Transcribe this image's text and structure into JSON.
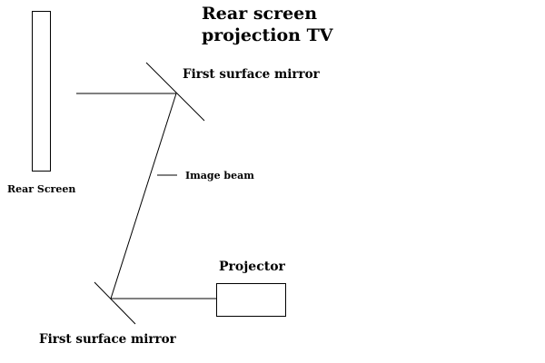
{
  "title": {
    "line1": "Rear screen",
    "line2": "projection TV"
  },
  "labels": {
    "first_mirror_top": "First surface mirror",
    "rear_screen": "Rear Screen",
    "image_beam": "Image beam",
    "projector": "Projector",
    "first_mirror_bottom": "First surface mirror"
  },
  "colors": {
    "stroke": "#000000",
    "background": "#ffffff"
  }
}
